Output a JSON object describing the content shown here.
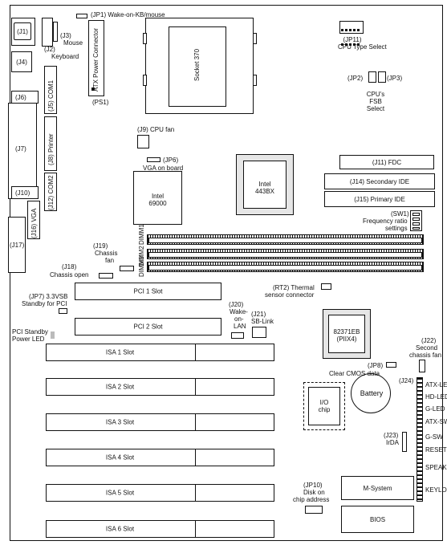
{
  "labels": {
    "jp1": "(JP1) Wake-on-KB/mouse",
    "j1": "(J1)",
    "j3": "(J3)",
    "mouse": "Mouse",
    "j2": "(J2)",
    "keyboard": "Keyboard",
    "atx_power": "ATX Power Connector",
    "ps1": "(PS1)",
    "socket": "Socket 370",
    "jp11": "(JP11)",
    "cpu_type": "CPU Type Select",
    "jp2": "(JP2)",
    "jp3": "(JP3)",
    "cpus": "CPU's",
    "fsb": "FSB",
    "select": "Select",
    "j4": "(J4)",
    "j5com1": "(J5) COM1",
    "j6": "(J6)",
    "j7": "(J7)",
    "j8printer": "(J8) Printer",
    "j9": "(J9) CPU fan",
    "jp6": "(JP6)",
    "vga_onboard": "VGA on board",
    "intel_443bx_1": "Intel",
    "intel_443bx_2": "443BX",
    "j11": "(J11) FDC",
    "j14": "(J14) Secondary IDE",
    "j15": "(J15) Primary IDE",
    "j10": "(J10)",
    "j12com2": "(J12) COM2",
    "intel_69000_1": "Intel",
    "intel_69000_2": "69000",
    "j16vga": "(J16) VGA",
    "j17": "(J17)",
    "sw1": "(SW1)",
    "freq1": "Frequency ratio",
    "freq2": "settings",
    "dimm1": "DIMM1",
    "dimm2": "DIMM2",
    "dimm3": "DIMM3",
    "j19": "(J19)",
    "chassis": "Chassis",
    "fan": "fan",
    "j18": "(J18)",
    "chassis_open": "Chassis open",
    "jp7": "(JP7) 3.3VSB",
    "standby_pci": "Standby for PCI",
    "rt2": "(RT2) Thermal",
    "sensor": "sensor connector",
    "j20": "(J20)",
    "wake": "Wake-",
    "on": "on-",
    "lan": "LAN",
    "j21": "(J21)",
    "sblink": "SB-Link",
    "pci_standby": "PCI Standby",
    "power_led": "Power LED",
    "chip82371_1": "82371EB",
    "chip82371_2": "(PIIX4)",
    "j22": "(J22)",
    "second": "Second",
    "chassis_fan": "chassis fan",
    "jp8": "(JP8)",
    "clear_cmos": "Clear CMOS data",
    "j24": "(J24)",
    "battery": "Battery",
    "io1": "I/O",
    "io2": "chip",
    "j23": "(J23)",
    "irda": "IrDA",
    "jp10": "(JP10)",
    "disk_on": "Disk on",
    "chip_address": "chip address",
    "msystem": "M-System",
    "bios": "BIOS"
  },
  "pci_slots": [
    "PCI 1 Slot",
    "PCI 2 Slot"
  ],
  "isa_slots": [
    "ISA 1 Slot",
    "ISA 2 Slot",
    "ISA 3 Slot",
    "ISA 4 Slot",
    "ISA 5 Slot",
    "ISA 6 Slot"
  ],
  "front_panel": [
    "ATX-LED",
    "HD-LED",
    "G-LED",
    "ATX-SW",
    "G-SW",
    "RESET",
    "SPEAKER",
    "KEYLOCK"
  ]
}
